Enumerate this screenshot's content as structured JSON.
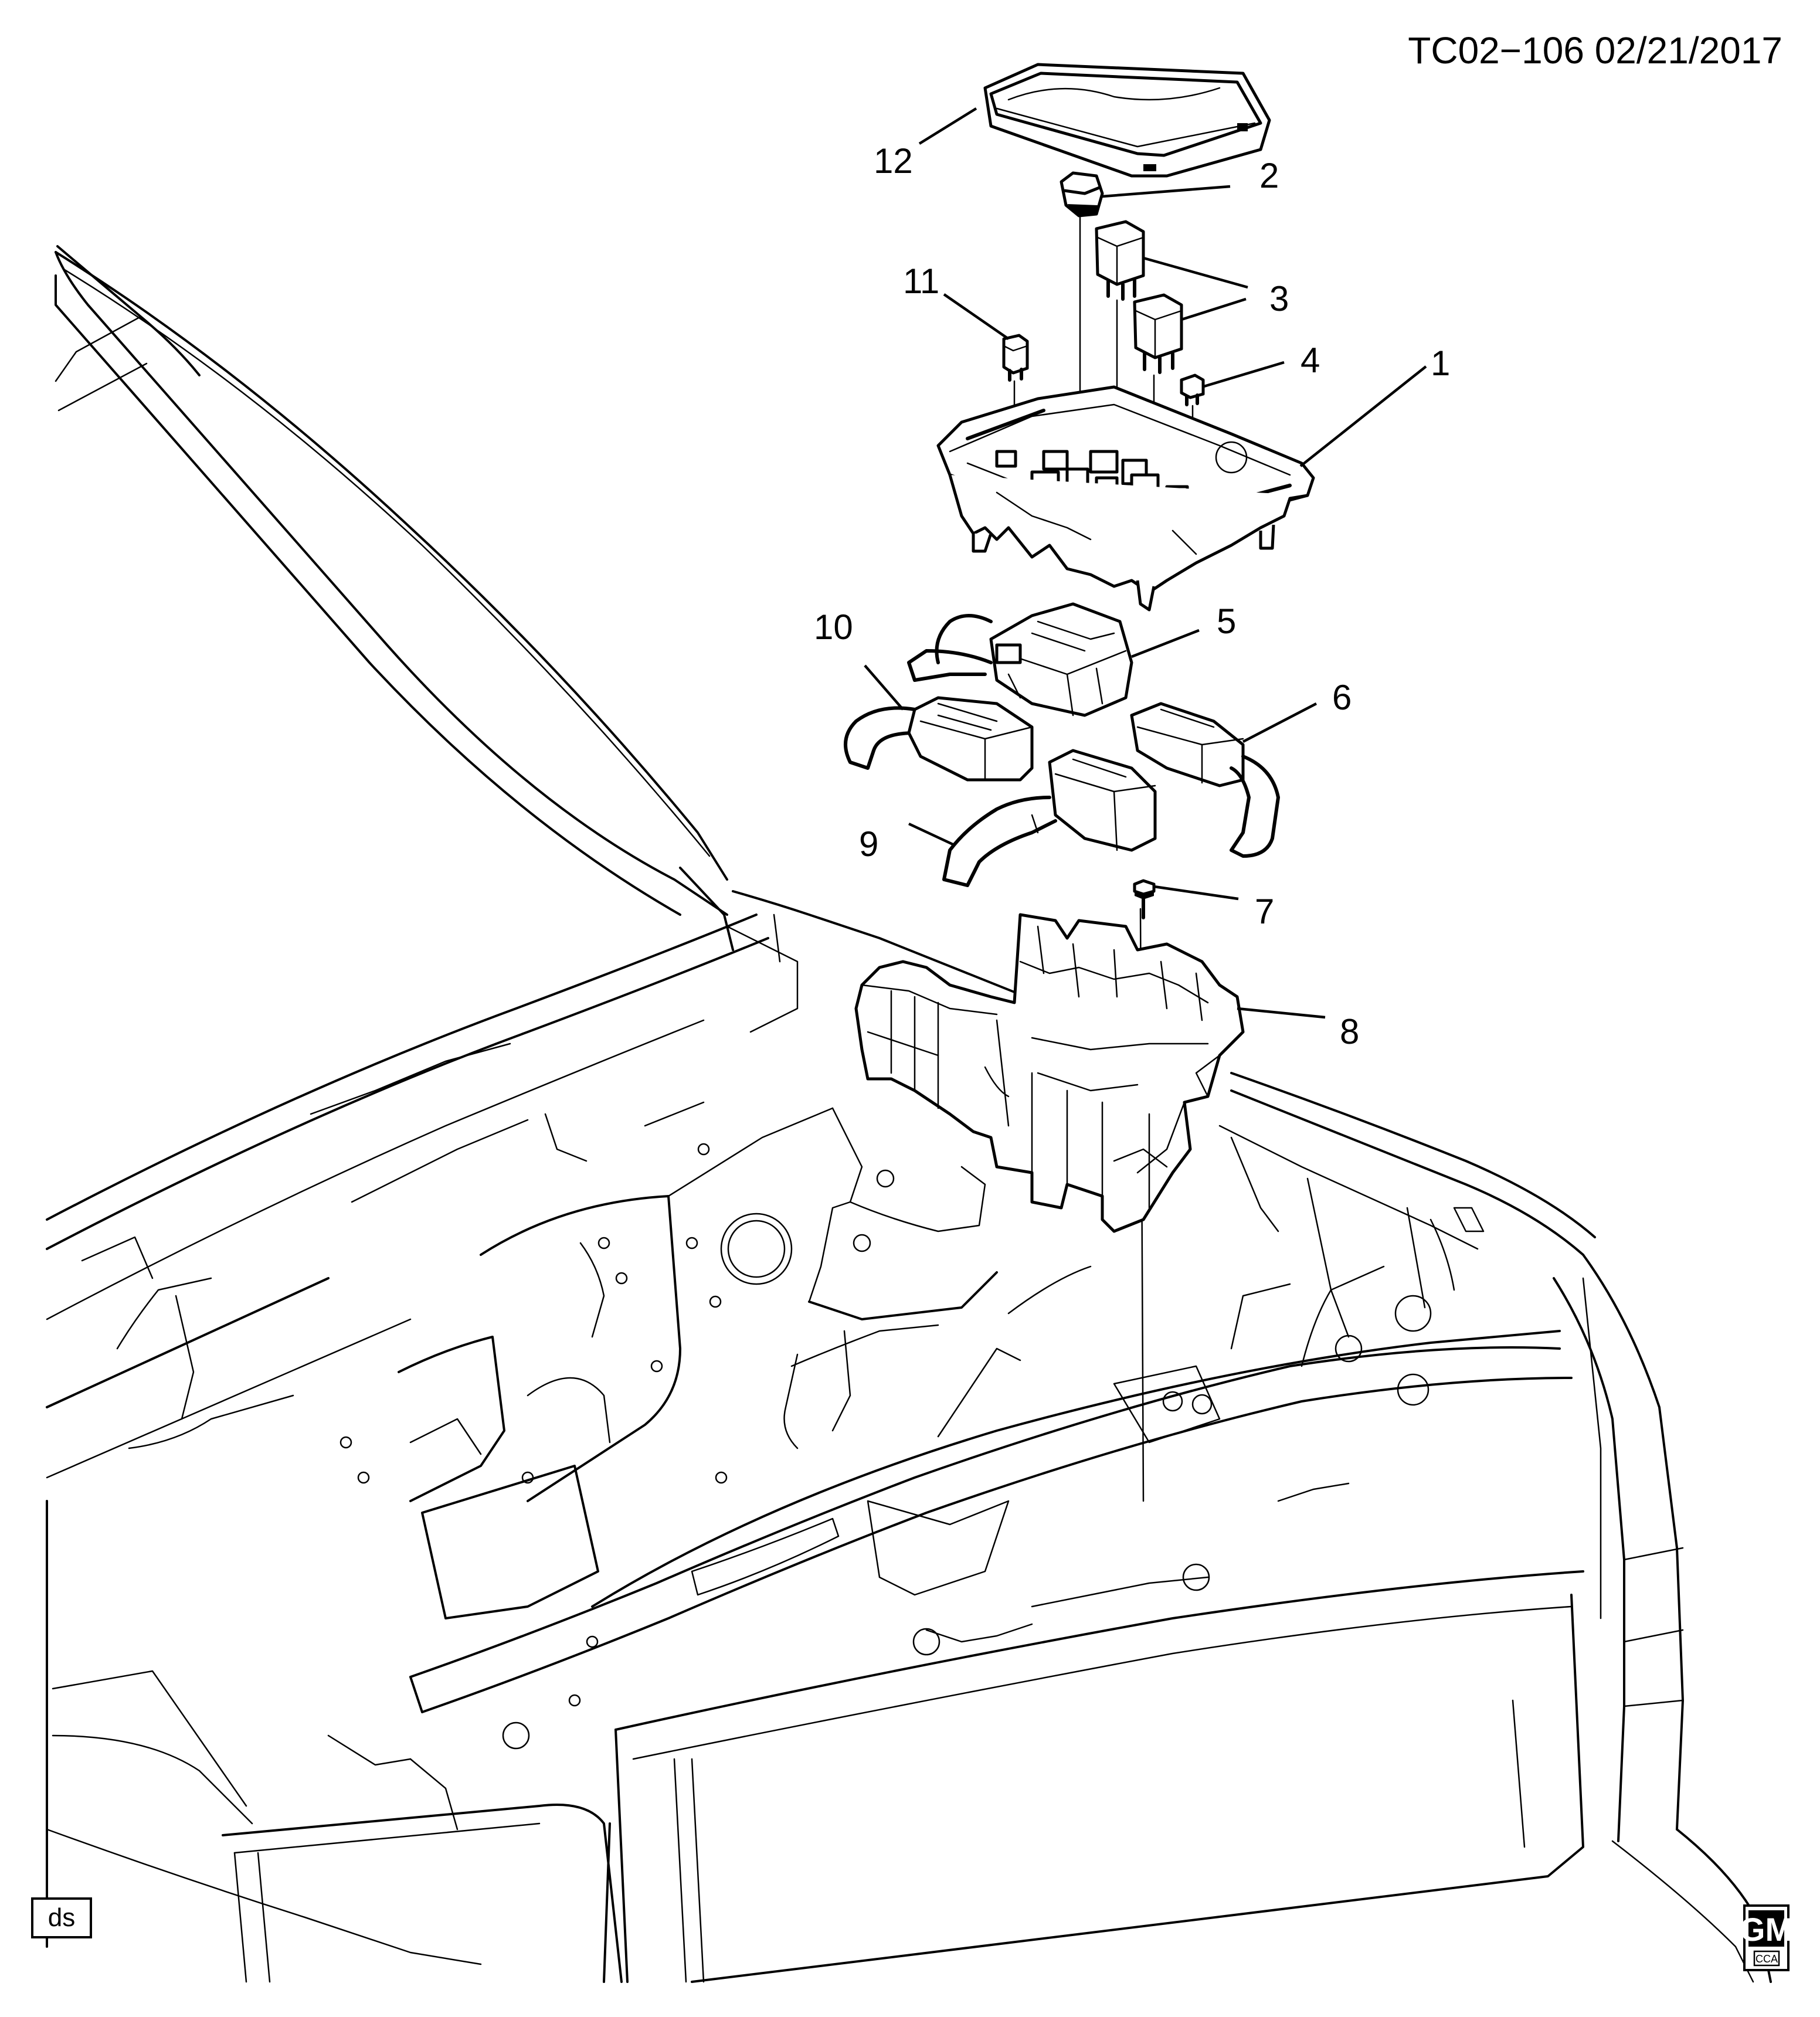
{
  "document_id": "TC02−106 02/21/2017",
  "corner_tag": "ds",
  "brand_logo": {
    "name": "gm-logo",
    "text": "GM",
    "subtext": "CCA"
  },
  "callouts": [
    {
      "id": "c1",
      "label": "1"
    },
    {
      "id": "c2",
      "label": "2"
    },
    {
      "id": "c3",
      "label": "3"
    },
    {
      "id": "c4",
      "label": "4"
    },
    {
      "id": "c5",
      "label": "5"
    },
    {
      "id": "c6",
      "label": "6"
    },
    {
      "id": "c7",
      "label": "7"
    },
    {
      "id": "c8",
      "label": "8"
    },
    {
      "id": "c9",
      "label": "9"
    },
    {
      "id": "c10",
      "label": "10"
    },
    {
      "id": "c11",
      "label": "11"
    },
    {
      "id": "c12",
      "label": "12"
    }
  ]
}
